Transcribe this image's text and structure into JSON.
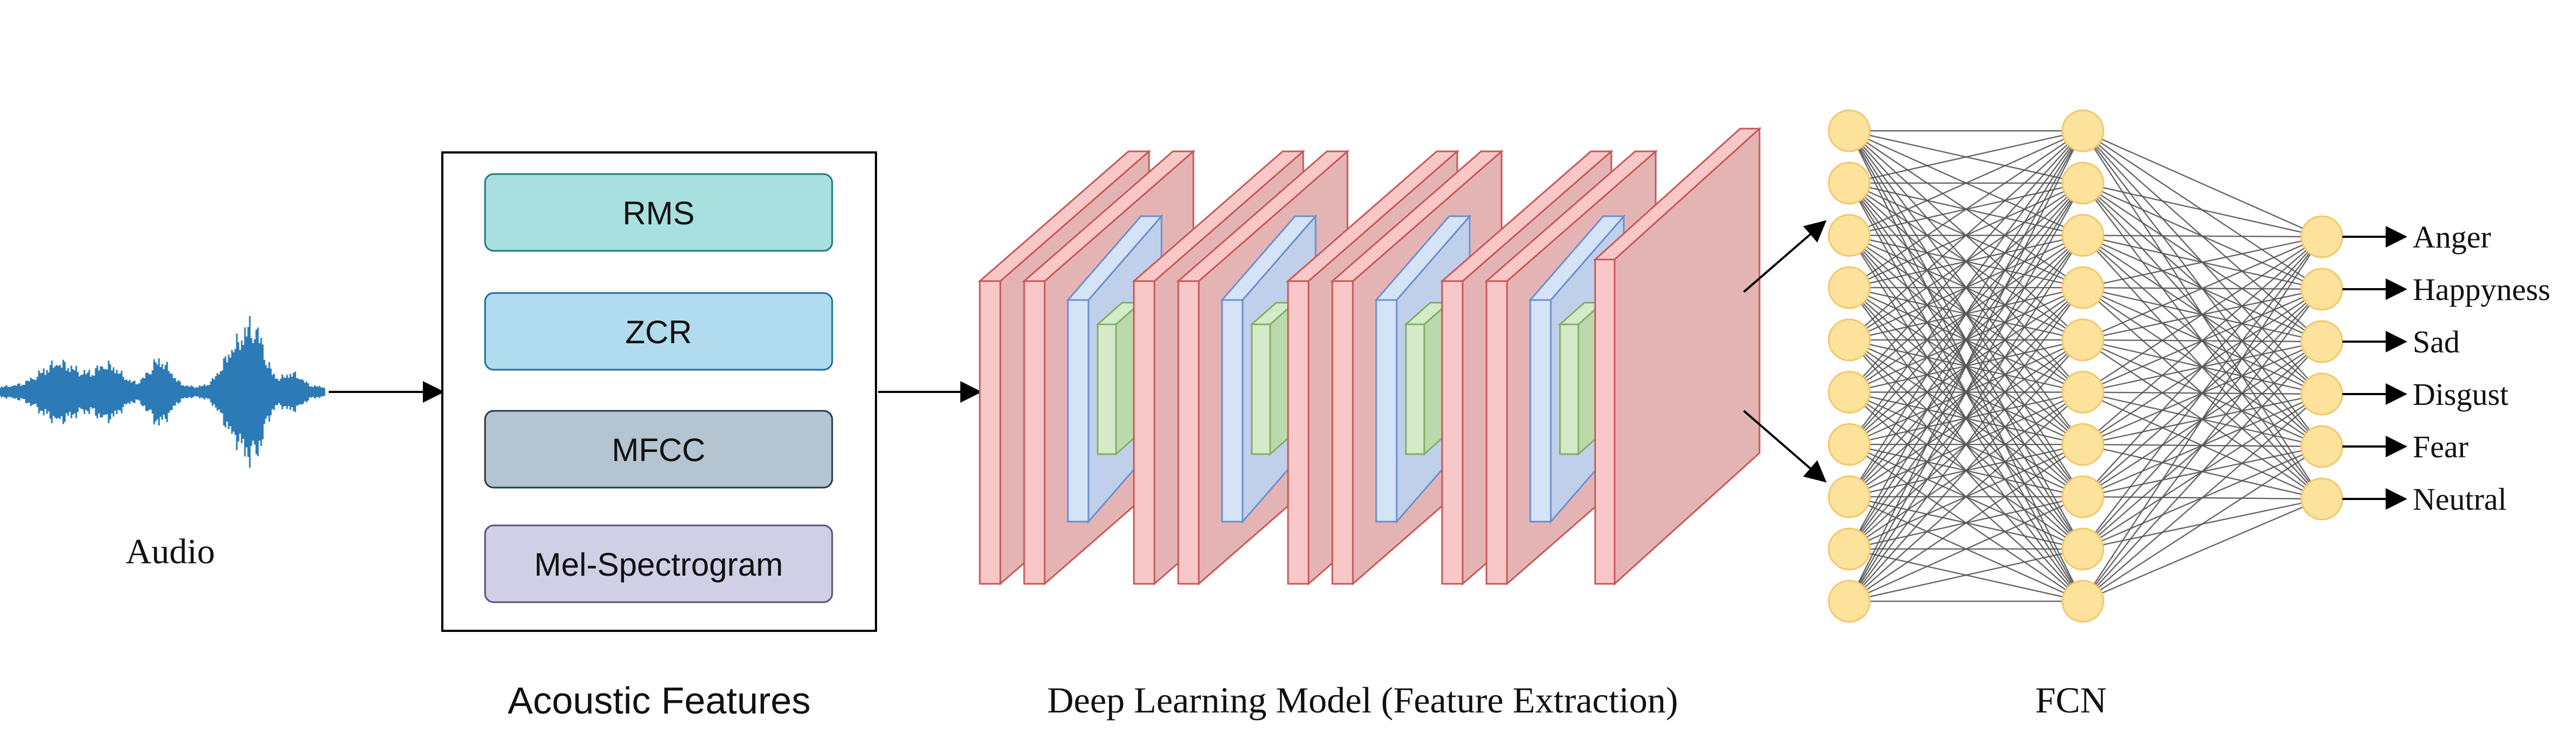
{
  "audio": {
    "label": "Audio"
  },
  "acoustic_features": {
    "title": "Acoustic Features",
    "items": [
      {
        "label": "RMS",
        "fill": "#a8dfdf",
        "stroke": "#1a7a80"
      },
      {
        "label": "ZCR",
        "fill": "#b1dbee",
        "stroke": "#1a6d90"
      },
      {
        "label": "MFCC",
        "fill": "#b4c4d0",
        "stroke": "#23384a"
      },
      {
        "label": "Mel-Spectrogram",
        "fill": "#d0cfe6",
        "stroke": "#56507a"
      }
    ]
  },
  "deep_model": {
    "title": "Deep Learning Model (Feature Extraction)"
  },
  "fcn": {
    "title": "FCN",
    "layers": [
      10,
      10,
      6
    ],
    "node_color": "#fde29b",
    "node_stroke": "#f4c66a",
    "edge_color": "#555555"
  },
  "emotions": {
    "items": [
      "Anger",
      "Happyness",
      "Sad",
      "Disgust",
      "Fear",
      "Neutral"
    ]
  },
  "colors": {
    "waveform": "#2c7bb6",
    "conv_face": "#f8c8c8",
    "conv_edge": "#c95757",
    "conv_dark": "#e4b4b4",
    "pool_face": "#d5e3f7",
    "pool_edge": "#6b8fd0",
    "feat_face": "#d4eac8",
    "feat_edge": "#80b066",
    "arrow": "#000000"
  }
}
